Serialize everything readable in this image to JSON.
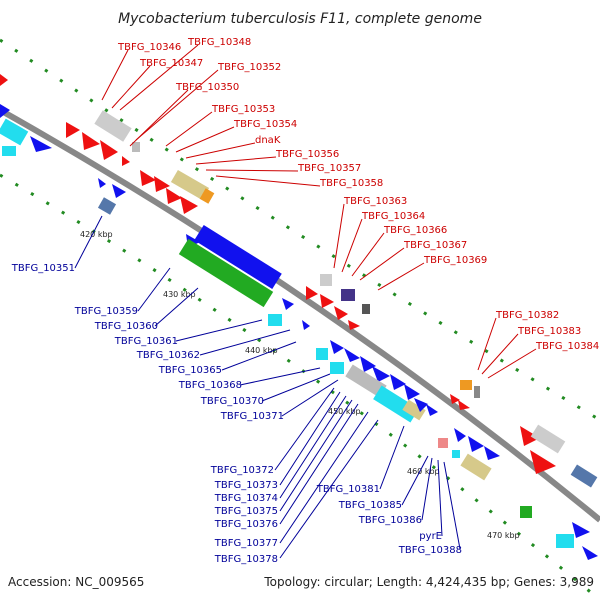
{
  "title": "Mycobacterium tuberculosis F11, complete genome",
  "footer": {
    "accession": "Accession: NC_009565",
    "summary": "Topology: circular; Length: 4,424,435 bp; Genes: 3,989"
  },
  "colors": {
    "backbone": "#888888",
    "label_top": "#cc0000",
    "label_bottom": "#000099",
    "tick": "#228b22"
  },
  "scale_labels": [
    "420 kbp",
    "430 kbp",
    "440 kbp",
    "450 kbp",
    "460 kbp",
    "470 kbp"
  ],
  "labels_top": [
    "TBFG_10346",
    "TBFG_10348",
    "TBFG_10347",
    "TBFG_10352",
    "TBFG_10350",
    "TBFG_10353",
    "TBFG_10354",
    "dnaK",
    "TBFG_10356",
    "TBFG_10357",
    "TBFG_10358",
    "TBFG_10363",
    "TBFG_10364",
    "TBFG_10366",
    "TBFG_10367",
    "TBFG_10369",
    "TBFG_10382",
    "TBFG_10383",
    "TBFG_10384"
  ],
  "labels_bottom": [
    "TBFG_10351",
    "TBFG_10359",
    "TBFG_10360",
    "TBFG_10361",
    "TBFG_10362",
    "TBFG_10365",
    "TBFG_10368",
    "TBFG_10370",
    "TBFG_10371",
    "TBFG_10372",
    "TBFG_10373",
    "TBFG_10374",
    "TBFG_10375",
    "TBFG_10376",
    "TBFG_10377",
    "TBFG_10378",
    "TBFG_10381",
    "TBFG_10385",
    "TBFG_10386",
    "pyrE",
    "TBFG_10388"
  ]
}
